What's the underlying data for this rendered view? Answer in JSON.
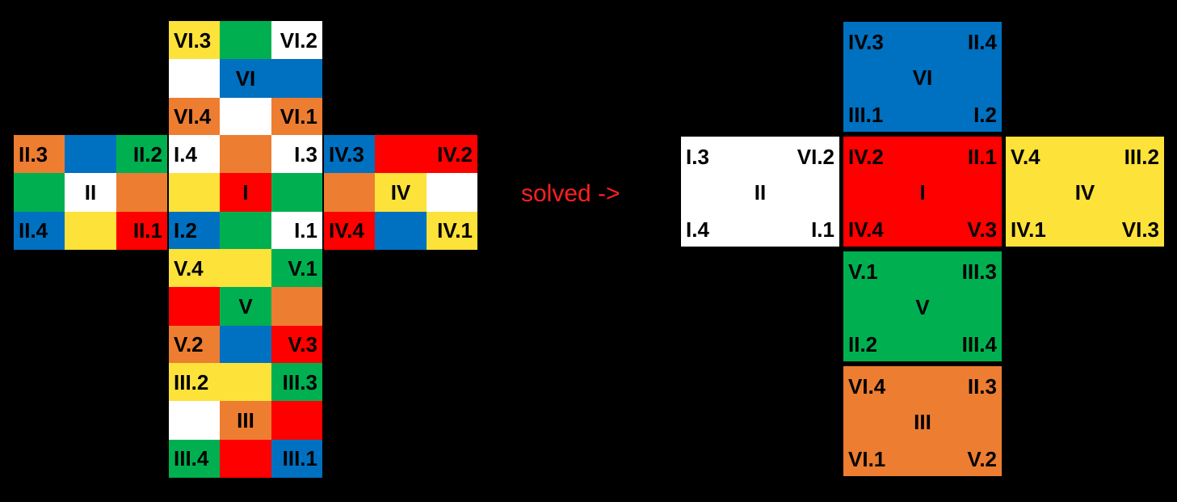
{
  "colors": {
    "W": "#ffffff",
    "Y": "#fde23a",
    "O": "#ed7d31",
    "R": "#ff0000",
    "G": "#00b050",
    "B": "#0070c0"
  },
  "arrow_label": "solved ->",
  "scrambled": {
    "VI": {
      "cells": [
        [
          "VI.3",
          "Y"
        ],
        [
          "",
          "G"
        ],
        [
          "VI.2",
          "W"
        ],
        [
          "",
          "W"
        ],
        [
          "VI",
          "B"
        ],
        [
          "",
          "B"
        ],
        [
          "VI.4",
          "O"
        ],
        [
          "",
          "W"
        ],
        [
          "VI.1",
          "O"
        ]
      ]
    },
    "II": {
      "cells": [
        [
          "II.3",
          "O"
        ],
        [
          "",
          "B"
        ],
        [
          "II.2",
          "G"
        ],
        [
          "",
          "G"
        ],
        [
          "II",
          "W"
        ],
        [
          "",
          "O"
        ],
        [
          "II.4",
          "B"
        ],
        [
          "",
          "Y"
        ],
        [
          "II.1",
          "R"
        ]
      ]
    },
    "I": {
      "cells": [
        [
          "I.4",
          "W"
        ],
        [
          "",
          "O"
        ],
        [
          "I.3",
          "W"
        ],
        [
          "",
          "Y"
        ],
        [
          "I",
          "R"
        ],
        [
          "",
          "G"
        ],
        [
          "I.2",
          "B"
        ],
        [
          "",
          "G"
        ],
        [
          "I.1",
          "W"
        ]
      ]
    },
    "IV": {
      "cells": [
        [
          "IV.3",
          "B"
        ],
        [
          "",
          "R"
        ],
        [
          "IV.2",
          "R"
        ],
        [
          "",
          "O"
        ],
        [
          "IV",
          "Y"
        ],
        [
          "",
          "W"
        ],
        [
          "IV.4",
          "R"
        ],
        [
          "",
          "B"
        ],
        [
          "IV.1",
          "Y"
        ]
      ]
    },
    "V": {
      "cells": [
        [
          "V.4",
          "Y"
        ],
        [
          "",
          "Y"
        ],
        [
          "V.1",
          "G"
        ],
        [
          "",
          "R"
        ],
        [
          "V",
          "G"
        ],
        [
          "",
          "O"
        ],
        [
          "V.2",
          "O"
        ],
        [
          "",
          "B"
        ],
        [
          "V.3",
          "R"
        ]
      ]
    },
    "III": {
      "cells": [
        [
          "III.2",
          "Y"
        ],
        [
          "",
          "Y"
        ],
        [
          "III.3",
          "G"
        ],
        [
          "",
          "W"
        ],
        [
          "III",
          "O"
        ],
        [
          "",
          "R"
        ],
        [
          "III.4",
          "G"
        ],
        [
          "",
          "R"
        ],
        [
          "III.1",
          "B"
        ]
      ]
    }
  },
  "solved": {
    "VI": {
      "color": "B",
      "tl": "IV.3",
      "tr": "II.4",
      "center": "VI",
      "bl": "III.1",
      "br": "I.2"
    },
    "II": {
      "color": "W",
      "tl": "I.3",
      "tr": "VI.2",
      "center": "II",
      "bl": "I.4",
      "br": "I.1"
    },
    "I": {
      "color": "R",
      "tl": "IV.2",
      "tr": "II.1",
      "center": "I",
      "bl": "IV.4",
      "br": "V.3"
    },
    "IV": {
      "color": "Y",
      "tl": "V.4",
      "tr": "III.2",
      "center": "IV",
      "bl": "IV.1",
      "br": "VI.3"
    },
    "V": {
      "color": "G",
      "tl": "V.1",
      "tr": "III.3",
      "center": "V",
      "bl": "II.2",
      "br": "III.4"
    },
    "III": {
      "color": "O",
      "tl": "VI.4",
      "tr": "II.3",
      "center": "III",
      "bl": "VI.1",
      "br": "V.2"
    }
  }
}
